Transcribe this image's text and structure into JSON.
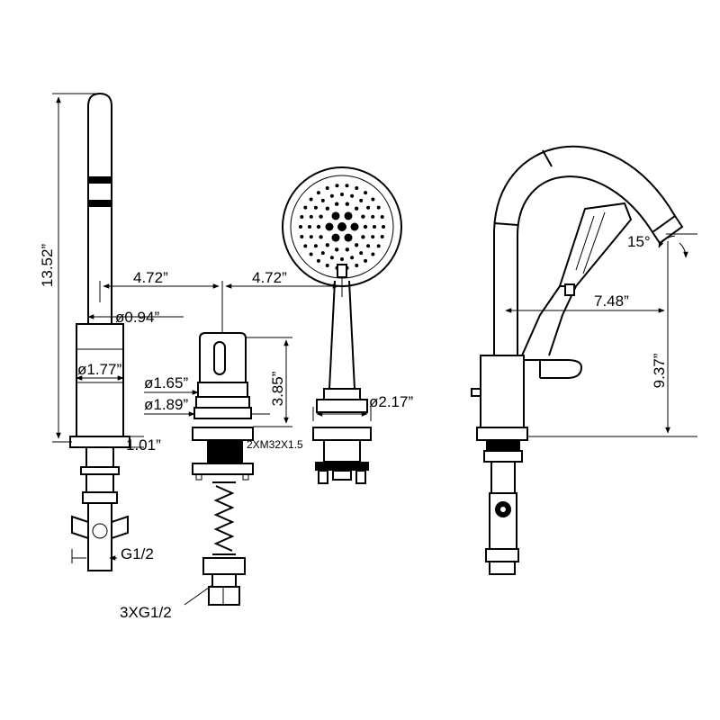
{
  "dimensions": {
    "spout_height": "13.52”",
    "spacing_left": "4.72”",
    "spacing_right": "4.72”",
    "stem_diameter": "ø0.94”",
    "base_diameter": "ø1.77”",
    "base_height": "1.01”",
    "inlet_thread": "G1/2",
    "handle_diameter_top": "ø1.65”",
    "handle_diameter_base": "ø1.89”",
    "handle_height": "3.85”",
    "mounting_thread": "2XM32X1.5",
    "hose_connections": "3XG1/2",
    "shower_base_diameter": "ø2.17”",
    "angle": "15°",
    "spout_reach": "7.48”",
    "spout_clearance": "9.37”"
  }
}
